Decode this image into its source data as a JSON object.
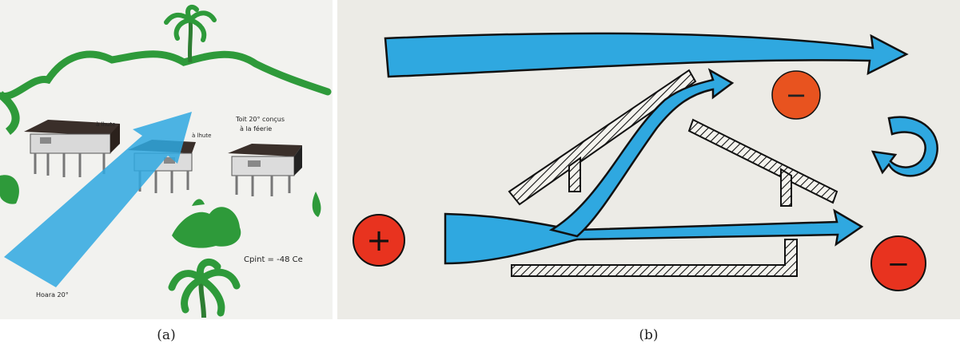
{
  "figure": {
    "panel_a": {
      "caption": "(a)",
      "annotations": {
        "house_note_line1": "Toit 20° conçus",
        "house_note_line2": "à la féerie",
        "small_note_1": "à lhute",
        "small_note_2": "à lhute",
        "formula": "Cpint = -48 Ce",
        "wind_label": "Hoara 20°"
      }
    },
    "panel_b": {
      "caption": "(b)",
      "pressure_positive": "+",
      "pressure_negative_top": "−",
      "pressure_negative_bottom": "−"
    },
    "colors": {
      "arrow_blue": "#2fa8e0",
      "arrow_blue_dark": "#1b7fc0",
      "pressure_red": "#e8331f",
      "vegetation_green": "#2e9a3a",
      "paper_a": "#f2f2ef",
      "paper_b": "#ecebe6"
    }
  }
}
